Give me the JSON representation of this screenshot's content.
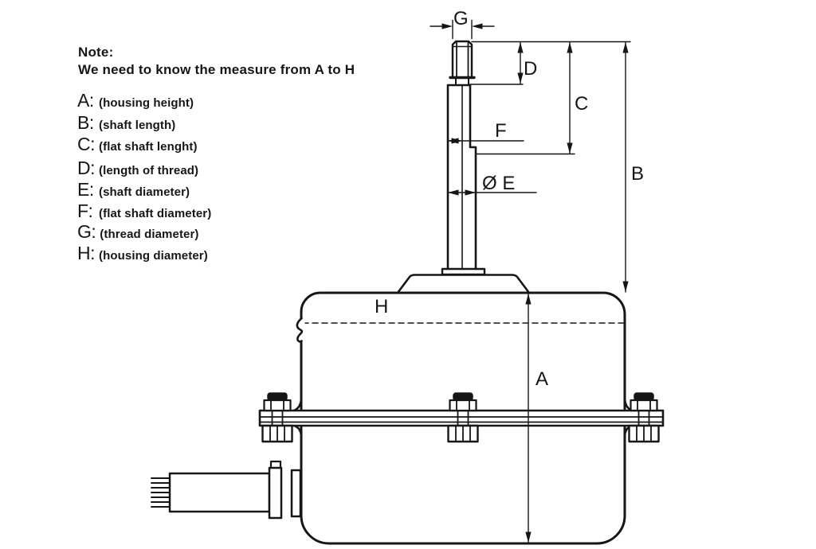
{
  "note": {
    "title": "Note:",
    "subtitle": "We need to know the measure from A to H",
    "items": [
      {
        "letter": "A:",
        "desc": "(housing height)"
      },
      {
        "letter": "B:",
        "desc": "(shaft length)"
      },
      {
        "letter": "C:",
        "desc": "(flat shaft lenght)"
      },
      {
        "letter": "D:",
        "desc": "(length of thread)"
      },
      {
        "letter": "E:",
        "desc": "(shaft diameter)"
      },
      {
        "letter": "F:",
        "desc": "(flat shaft diameter)"
      },
      {
        "letter": "G:",
        "desc": "(thread diameter)"
      },
      {
        "letter": "H:",
        "desc": "(housing diameter)"
      }
    ]
  },
  "labels": {
    "a": "A",
    "b": "B",
    "c": "C",
    "d": "D",
    "e": "Ø E",
    "f": "F",
    "g": "G",
    "h": "H"
  },
  "colors": {
    "line": "#161616",
    "background": "#ffffff"
  }
}
